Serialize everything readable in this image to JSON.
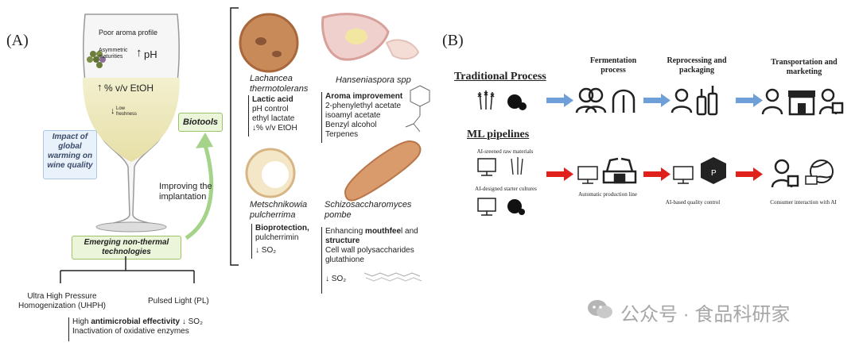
{
  "panel_a": {
    "label": "(A)",
    "glass": {
      "poor_aroma": "Poor aroma profile",
      "asymmetric": "Asymmetric\nmaturities",
      "ph": "pH",
      "ethanol": "% v/v EtOH",
      "low_freshness": "Low\nfreshness"
    },
    "impact_box": "Impact of global warming on wine quality",
    "biotools": "Biotools",
    "improving": "Improving the implantation",
    "emerging": "Emerging non-thermal technologies",
    "uhph": "Ultra High Pressure Homogenization (UHPH)",
    "pl": "Pulsed Light (PL)",
    "high_prefix": "High ",
    "antimicrobial": "antimicrobial effectivity",
    "so2_down": "SO₂",
    "inactivation": "Inactivation of oxidative enzymes",
    "yeasts": {
      "lachancea_name": "Lachancea thermotolerans",
      "lactic_acid": "Lactic acid",
      "lachancea_lines": [
        "pH control",
        "ethyl lactate",
        "↓% v/v EtOH"
      ],
      "hanseniaspora_name": "Hanseniaspora spp",
      "aroma_improvement": "Aroma improvement",
      "hanseniaspora_lines": [
        "2-phenylethyl acetate",
        "isoamyl acetate",
        "Benzyl alcohol",
        "Terpenes"
      ],
      "metschnikowia_name": "Metschnikowia pulcherrima",
      "bioprotection": "Bioprotection,",
      "pulcherrimin": "pulcherrimin",
      "metsch_so2": "↓ SO₂",
      "schizo_name": "Schizosaccharomyces pombe",
      "enhancing_prefix": "Enhancing ",
      "mouthfeel": "mouthfee",
      "enhancing_suffix": "l and",
      "structure": "structure",
      "schizo_lines": [
        "Cell wall polysaccharides",
        "glutathione"
      ],
      "schizo_so2": "↓ SO₂"
    }
  },
  "panel_b": {
    "label": "(B)",
    "traditional": "Traditional Process",
    "fermentation": "Fermentation process",
    "reprocessing": "Reprocessing and packaging",
    "transport": "Transportation and marketing",
    "ml": "ML pipelines",
    "ai_raw": "AI-sreened raw materials",
    "ai_starter": "AI-designed starter cultures",
    "auto_line": "Automatic production line",
    "ai_quality": "AI-based quality control",
    "consumer": "Consumer interaction with AI",
    "colors": {
      "blue_arrow": "#6f9fd8",
      "red_arrow": "#e0201b"
    }
  },
  "watermark": "公众号 · 食品科研家"
}
